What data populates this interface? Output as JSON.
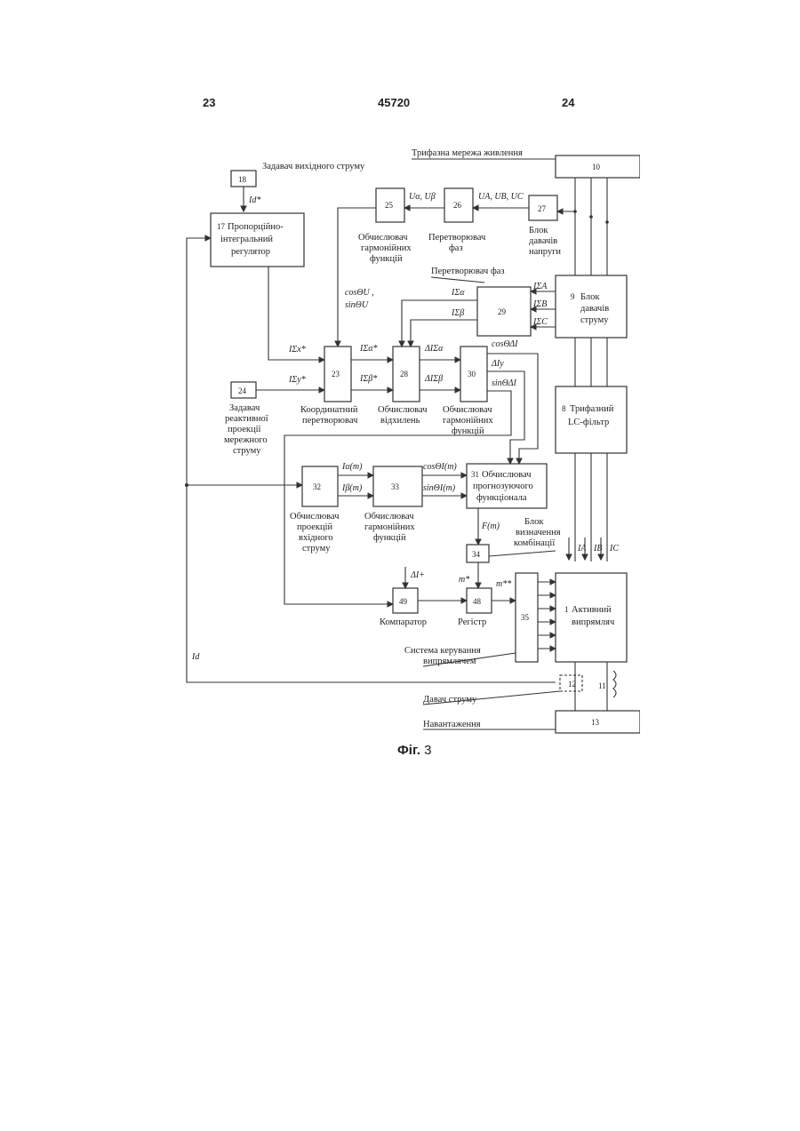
{
  "header": {
    "page_left": "23",
    "patent_number": "45720",
    "page_right": "24"
  },
  "blocks": {
    "b1": {
      "num": "1",
      "label": [
        "Активний",
        "випрямляч"
      ]
    },
    "b8": {
      "num": "8",
      "label": [
        "Трифазний",
        "LC-фільтр"
      ]
    },
    "b9": {
      "num": "9",
      "label": [
        "Блок",
        "давачів",
        "струму"
      ]
    },
    "b10": {
      "num": "10"
    },
    "b11": {
      "num": "11"
    },
    "b12": {
      "num": "12"
    },
    "b13": {
      "num": "13"
    },
    "b17": {
      "num": "17",
      "label": [
        "Пропорційно-",
        "інтегральний",
        "регулятор"
      ]
    },
    "b18": {
      "num": "18"
    },
    "b23": {
      "num": "23"
    },
    "b24": {
      "num": "24"
    },
    "b25": {
      "num": "25"
    },
    "b26": {
      "num": "26"
    },
    "b27": {
      "num": "27"
    },
    "b28": {
      "num": "28"
    },
    "b29": {
      "num": "29"
    },
    "b30": {
      "num": "30"
    },
    "b31": {
      "num": "31",
      "label": [
        "Обчислювач",
        "прогнозуючого",
        "функціонала"
      ]
    },
    "b32": {
      "num": "32"
    },
    "b33": {
      "num": "33"
    },
    "b34": {
      "num": "34"
    },
    "b35": {
      "num": "35"
    },
    "b48": {
      "num": "48"
    },
    "b49": {
      "num": "49"
    }
  },
  "labels": {
    "mains": "Трифазна мережа живлення",
    "output_setter": "Задавач вихідного струму",
    "b25_caption": [
      "Обчислювач",
      "гармонійних",
      "функцій"
    ],
    "b26_caption": [
      "Перетворювач",
      "фаз"
    ],
    "b27_caption": [
      "Блок",
      "давачів",
      "напруги"
    ],
    "phase_converter": "Перетворювач фаз",
    "b24_caption": [
      "Задавач",
      "реактивної",
      "проекції",
      "мережного",
      "струму"
    ],
    "b23_caption": [
      "Координатний",
      "перетворювач"
    ],
    "b28_caption": [
      "Обчислювач",
      "відхилень"
    ],
    "b30_caption": [
      "Обчислювач",
      "гармонійних",
      "функцій"
    ],
    "b32_caption": [
      "Обчислювач",
      "проекцій",
      "вхідного",
      "струму"
    ],
    "b33_caption": [
      "Обчислювач",
      "гармонійних",
      "функцій"
    ],
    "combination": [
      "Блок",
      "визначення",
      "комбінації"
    ],
    "comparator": "Компаратор",
    "register": "Регістр",
    "control_system": [
      "Система керування",
      "випрямлячем"
    ],
    "current_sensor": "Давач струму",
    "load": "Навантаження"
  },
  "signals": {
    "id_star": "Id*",
    "id": "Id",
    "ua_ub_uc": "UA, UB, UC",
    "ualpha_ubeta": "Uα, Uβ",
    "cos_sin_u": [
      "cosΘU ,",
      "sinΘU"
    ],
    "isx_star": "IΣx*",
    "isy_star": "IΣy*",
    "isalpha_star": "IΣα*",
    "isbeta_star": "IΣβ*",
    "isalpha": "IΣα",
    "isbeta": "IΣβ",
    "isa": "IΣA",
    "isb": "IΣB",
    "isc": "IΣC",
    "d_isalpha": "ΔIΣα",
    "d_isbeta": "ΔIΣβ",
    "cos_dl": "cosΘΔI",
    "d_iy": "ΔIy",
    "sin_dl": "sinΘΔI",
    "ialpha_m": "Iα(m)",
    "ibeta_m": "Iβ(m)",
    "cos_m": "cosΘI(m)",
    "sin_m": "sinΘI(m)",
    "f_m": "F(m)",
    "m_star": "m*",
    "m_2star": "m**",
    "di_plus": "ΔI+",
    "ia": "IA",
    "ib": "IB",
    "ic": "IC"
  },
  "caption": {
    "fig": "Фіг.",
    "num": "3"
  }
}
